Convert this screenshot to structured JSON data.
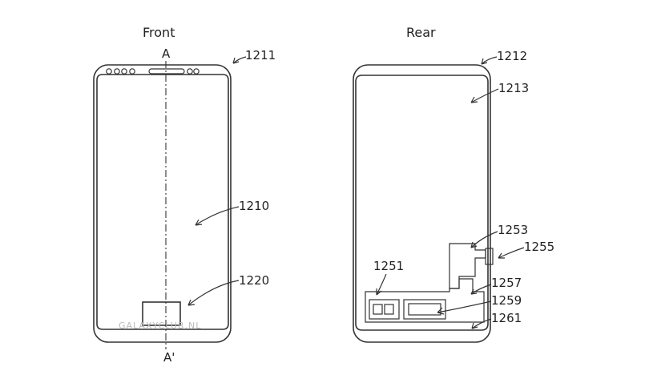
{
  "headers": {
    "front": "Front",
    "rear": "Rear"
  },
  "section": {
    "top": "A",
    "bottom": "A'"
  },
  "front_labels": {
    "l1211": "1211",
    "l1210": "1210",
    "l1220": "1220"
  },
  "rear_labels": {
    "l1212": "1212",
    "l1213": "1213",
    "l1253": "1253",
    "l1255": "1255",
    "l1251": "1251",
    "l1257": "1257",
    "l1259": "1259",
    "l1261": "1261"
  },
  "watermark": "GALAXYCLUB.NL"
}
